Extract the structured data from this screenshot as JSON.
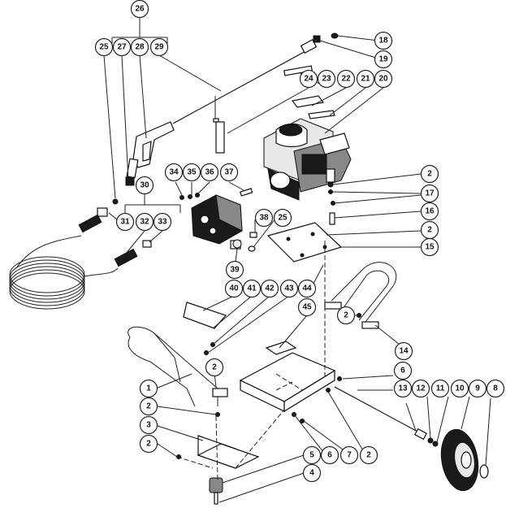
{
  "callouts": [
    {
      "id": "c26",
      "label": "26"
    },
    {
      "id": "c25a",
      "label": "25"
    },
    {
      "id": "c27",
      "label": "27"
    },
    {
      "id": "c28",
      "label": "28"
    },
    {
      "id": "c29",
      "label": "29"
    },
    {
      "id": "c18",
      "label": "18"
    },
    {
      "id": "c19",
      "label": "19"
    },
    {
      "id": "c24",
      "label": "24"
    },
    {
      "id": "c23",
      "label": "23"
    },
    {
      "id": "c22",
      "label": "22"
    },
    {
      "id": "c21",
      "label": "21"
    },
    {
      "id": "c20",
      "label": "20"
    },
    {
      "id": "c30",
      "label": "30"
    },
    {
      "id": "c34",
      "label": "34"
    },
    {
      "id": "c35",
      "label": "35"
    },
    {
      "id": "c36",
      "label": "36"
    },
    {
      "id": "c37",
      "label": "37"
    },
    {
      "id": "c2a",
      "label": "2"
    },
    {
      "id": "c17",
      "label": "17"
    },
    {
      "id": "c16",
      "label": "16"
    },
    {
      "id": "c2b",
      "label": "2"
    },
    {
      "id": "c15",
      "label": "15"
    },
    {
      "id": "c31",
      "label": "31"
    },
    {
      "id": "c32",
      "label": "32"
    },
    {
      "id": "c33",
      "label": "33"
    },
    {
      "id": "c38",
      "label": "38"
    },
    {
      "id": "c25b",
      "label": "25"
    },
    {
      "id": "c39",
      "label": "39"
    },
    {
      "id": "c40",
      "label": "40"
    },
    {
      "id": "c41",
      "label": "41"
    },
    {
      "id": "c42",
      "label": "42"
    },
    {
      "id": "c43",
      "label": "43"
    },
    {
      "id": "c44",
      "label": "44"
    },
    {
      "id": "c45",
      "label": "45"
    },
    {
      "id": "c2c",
      "label": "2"
    },
    {
      "id": "c14",
      "label": "14"
    },
    {
      "id": "c2d",
      "label": "2"
    },
    {
      "id": "c1",
      "label": "1"
    },
    {
      "id": "c6a",
      "label": "6"
    },
    {
      "id": "c13",
      "label": "13"
    },
    {
      "id": "c12",
      "label": "12"
    },
    {
      "id": "c11",
      "label": "11"
    },
    {
      "id": "c10",
      "label": "10"
    },
    {
      "id": "c9",
      "label": "9"
    },
    {
      "id": "c8",
      "label": "8"
    },
    {
      "id": "c2e",
      "label": "2"
    },
    {
      "id": "c3",
      "label": "3"
    },
    {
      "id": "c2f",
      "label": "2"
    },
    {
      "id": "c6b",
      "label": "6"
    },
    {
      "id": "c7",
      "label": "7"
    },
    {
      "id": "c2g",
      "label": "2"
    },
    {
      "id": "c5",
      "label": "5"
    },
    {
      "id": "c4",
      "label": "4"
    }
  ]
}
